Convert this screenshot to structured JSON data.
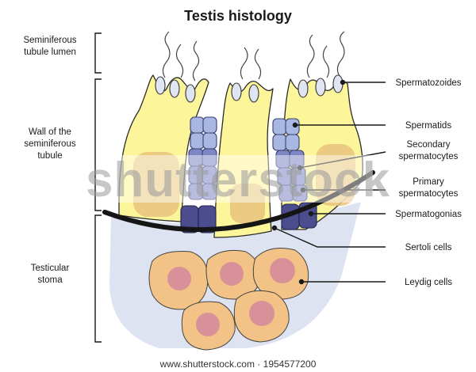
{
  "title": "Testis histology",
  "left_labels": {
    "lumen_line1": "Seminiferous",
    "lumen_line2": "tubule lumen",
    "wall_line1": "Wall of the",
    "wall_line2": "seminiferous",
    "wall_line3": "tubule",
    "stroma_line1": "Testicular",
    "stroma_line2": "stoma"
  },
  "right_labels": {
    "spermatozoides": "Spermatozoides",
    "spermatids": "Spermatids",
    "secondary_line1": "Secondary",
    "secondary_line2": "spermatocytes",
    "primary_line1": "Primary",
    "primary_line2": "spermatocytes",
    "spermatogonias": "Spermatogonias",
    "sertoli": "Sertoli cells",
    "leydig": "Leydig cells"
  },
  "watermark": "shutterstock",
  "footer": "www.shutterstock.com · 1954577200",
  "colors": {
    "sertoli_fill": "#fdf59a",
    "sertoli_stroke": "#2b2b2b",
    "nucleus_tan": "#e8c27e",
    "spermatid": "#a9b8e2",
    "spermatocyte": "#7f86c4",
    "spermatogonia": "#4b4d8f",
    "basement": "#151515",
    "stroma": "#dde3f0",
    "leydig_fill": "#f2c286",
    "leydig_nucleus": "#d99199"
  }
}
